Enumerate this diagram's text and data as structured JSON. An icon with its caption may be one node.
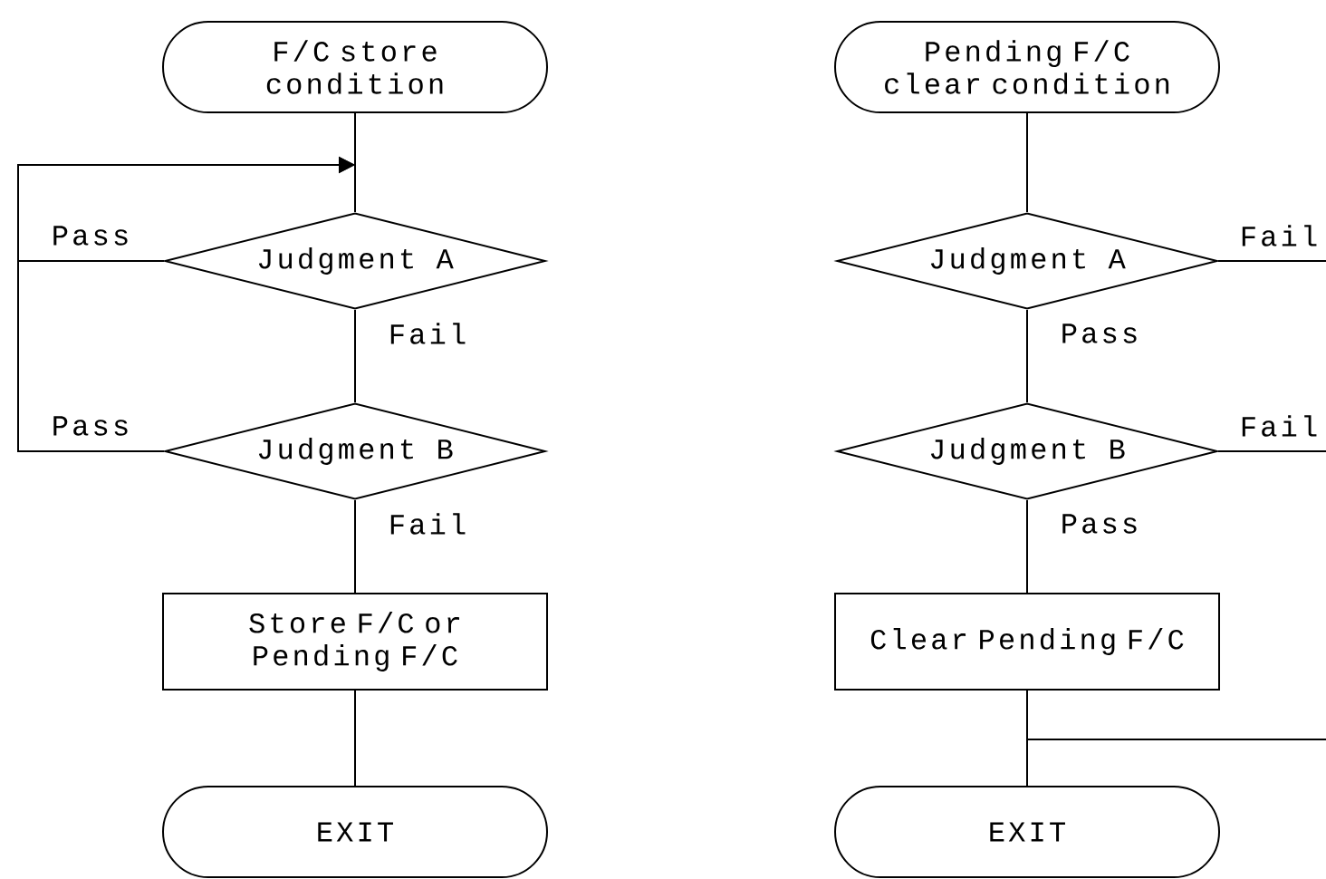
{
  "diagram": {
    "nodes": [
      {
        "text": [
          "F/C store condition"
        ]
      },
      {
        "text": [
          "Judgment A"
        ]
      },
      {
        "text": [
          "Judgment B"
        ]
      },
      {
        "text": [
          "Store F/C or Pending F/C"
        ]
      },
      {
        "text": [
          "EXIT"
        ]
      },
      {
        "text": [
          "Pending F/C clear condition"
        ]
      },
      {
        "text": [
          "Judgment A"
        ]
      },
      {
        "text": [
          "Judgment B"
        ]
      },
      {
        "text": [
          "Clear Pending F/C"
        ]
      },
      {
        "text": [
          "EXIT"
        ]
      }
    ],
    "edges": [
      {
        "from": 0,
        "to": 1,
        "arrow": "none"
      },
      {
        "from": 1,
        "to": 1,
        "label": "Pass",
        "arrow": "to"
      },
      {
        "from": 1,
        "to": 2,
        "label": "Fail",
        "arrow": "none"
      },
      {
        "from": 2,
        "to": 1,
        "label": "Pass",
        "arrow": "to"
      },
      {
        "from": 2,
        "to": 3,
        "label": "Fail",
        "arrow": "none"
      },
      {
        "from": 3,
        "to": 4,
        "arrow": "none"
      },
      {
        "from": 5,
        "to": 6,
        "arrow": "none"
      },
      {
        "from": 6,
        "to": null,
        "label": "Fail",
        "arrow": "none"
      },
      {
        "from": 6,
        "to": 7,
        "label": "Pass",
        "arrow": "none"
      },
      {
        "from": 7,
        "to": null,
        "label": "Fail",
        "arrow": "none"
      },
      {
        "from": 7,
        "to": 8,
        "label": "Pass",
        "arrow": "none"
      },
      {
        "from": 8,
        "to": 9,
        "arrow": "none"
      },
      {
        "from": null,
        "to": 9,
        "arrow": "none"
      }
    ]
  }
}
